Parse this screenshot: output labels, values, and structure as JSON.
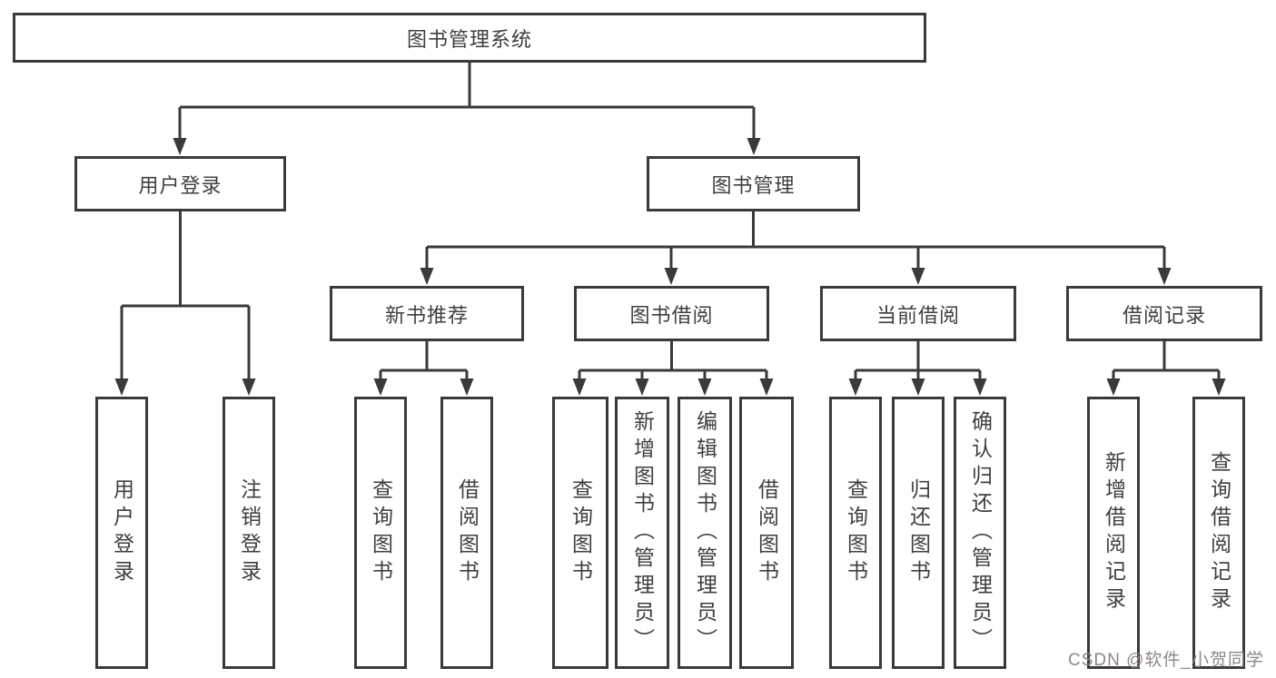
{
  "tree": {
    "root": "图书管理系统",
    "user_login": {
      "label": "用户登录",
      "children": [
        "用户登录",
        "注销登录"
      ]
    },
    "book_management": {
      "label": "图书管理",
      "sections": [
        {
          "label": "新书推荐",
          "children": [
            "查询图书",
            "借阅图书"
          ]
        },
        {
          "label": "图书借阅",
          "children": [
            "查询图书",
            "新增图书（管理员）",
            "编辑图书（管理员）",
            "借阅图书"
          ]
        },
        {
          "label": "当前借阅",
          "children": [
            "查询图书",
            "归还图书",
            "确认归还（管理员）"
          ]
        },
        {
          "label": "借阅记录",
          "children": [
            "新增借阅记录",
            "查询借阅记录"
          ]
        }
      ]
    }
  },
  "watermark": {
    "text": "CSDN @软件_小贺同学"
  },
  "colors": {
    "line": "#3a3a3a",
    "text": "#3f3f3f",
    "watermark": "#8e8688",
    "background": "#ffffff"
  }
}
